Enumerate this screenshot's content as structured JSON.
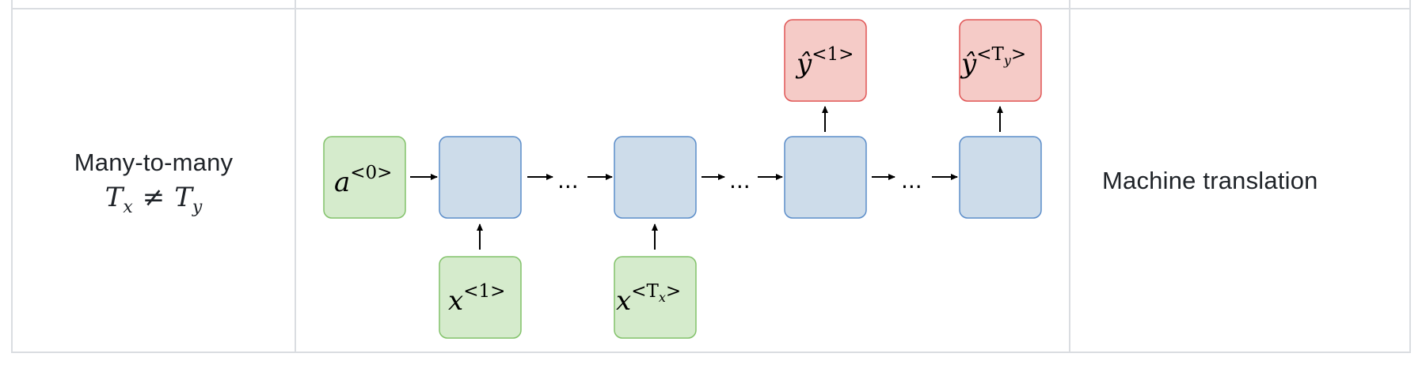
{
  "row": {
    "type_label": "Many-to-many",
    "formula": {
      "left": "T",
      "left_sub": "x",
      "op": "≠",
      "right": "T",
      "right_sub": "y"
    },
    "application": "Machine translation"
  },
  "diagram": {
    "initial_activation": {
      "base": "a",
      "sup": "<0>"
    },
    "inputs": [
      {
        "base": "x",
        "sup": "<1>"
      },
      {
        "base": "x",
        "sup": "<T",
        "sup_sub": "x",
        "sup_end": ">"
      }
    ],
    "outputs": [
      {
        "base": "ŷ",
        "sup": "<1>"
      },
      {
        "base": "ŷ",
        "sup": "<T",
        "sup_sub": "y",
        "sup_end": ">"
      }
    ],
    "ellipsis": "...",
    "colors": {
      "green_fill": "#d5ebcc",
      "green_stroke": "#82c26a",
      "blue_fill": "#cddcea",
      "blue_stroke": "#5b8dc9",
      "red_fill": "#f5cbc7",
      "red_stroke": "#e05555",
      "arrow": "#000000"
    }
  }
}
